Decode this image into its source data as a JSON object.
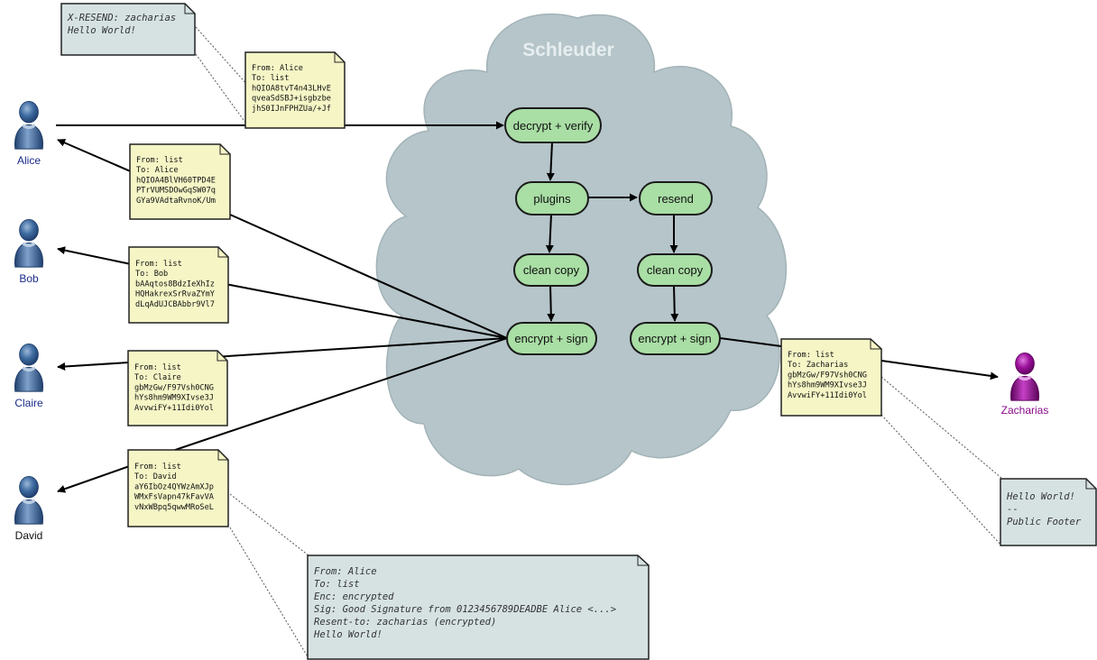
{
  "cloud": {
    "title": "Schleuder",
    "colors": {
      "cloud_fill": "#b5c5c9",
      "cloud_stroke": "#9fb0b4",
      "title": "#e6eef0"
    }
  },
  "nodes": {
    "decrypt_verify": "decrypt + verify",
    "plugins": "plugins",
    "resend": "resend",
    "clean_copy_list": "clean copy",
    "clean_copy_resend": "clean copy",
    "encrypt_sign_list": "encrypt + sign",
    "encrypt_sign_resend": "encrypt + sign",
    "colors": {
      "fill": "#a9dea5",
      "stroke": "#1a1a1a"
    }
  },
  "people": {
    "alice": {
      "label": "Alice",
      "color": "#1a2a8a",
      "icon": "user-icon"
    },
    "bob": {
      "label": "Bob",
      "color": "#1a2a8a",
      "icon": "user-icon"
    },
    "claire": {
      "label": "Claire",
      "color": "#1a2a8a",
      "icon": "user-icon"
    },
    "david": {
      "label": "David",
      "color": "#111111",
      "icon": "user-icon"
    },
    "zacharias": {
      "label": "Zacharias",
      "color": "#8a0a8a",
      "icon": "user-icon"
    }
  },
  "notes": {
    "alice_in": {
      "lines": [
        "From: Alice",
        "To: list",
        "",
        "hQIOA8tvT4n43LHvE",
        "qveaSdSBJ+isgbzbe",
        "jhS0IJnFPHZUa/+Jf"
      ]
    },
    "to_alice": {
      "lines": [
        "From: list",
        "To: Alice",
        "",
        "hQIOA4BlVH60TPD4E",
        "PTrVUMSDOwGqSW07q",
        "GYa9VAdtaRvnoK/Um"
      ]
    },
    "to_bob": {
      "lines": [
        "From: list",
        "To: Bob",
        "",
        "bAAqtos8BdzIeXhIz",
        "HQHakrexSrRvaZYmY",
        "dLqAdUJCBAbbr9Vl7"
      ]
    },
    "to_claire": {
      "lines": [
        "From: list",
        "To: Claire",
        "",
        "gbMzGw/F97Vsh0CNG",
        "hYs8hm9WM9XIvse3J",
        "AvvwiFY+11Idi0Yol"
      ]
    },
    "to_david": {
      "lines": [
        "From: list",
        "To: David",
        "",
        "aY6IbOz4QYWzAmXJp",
        "WMxFsVapn47kFavVA",
        "vNxWBpq5qwwMRoSeL"
      ]
    },
    "to_zacharias": {
      "lines": [
        "From: list",
        "To: Zacharias",
        "",
        "gbMzGw/F97Vsh0CNG",
        "hYs8hm9WM9XIvse3J",
        "AvvwiFY+11Idi0Yol"
      ]
    }
  },
  "plain_notes": {
    "resend_header": {
      "lines": [
        "X-RESEND: zacharias",
        "",
        "Hello World!"
      ]
    },
    "public_footer": {
      "lines": [
        "Hello World!",
        "",
        "--",
        "Public Footer"
      ]
    },
    "decrypted": {
      "lines": [
        "From: Alice",
        "To: list",
        "Enc: encrypted",
        "Sig: Good Signature from 0123456789DEADBE Alice <...>",
        "Resent-to: zacharias (encrypted)",
        "",
        "Hello World!"
      ]
    }
  },
  "note_colors": {
    "encrypted_fill": "#f5f5c6",
    "plain_fill": "#d6e2e2",
    "stroke": "#222222"
  }
}
